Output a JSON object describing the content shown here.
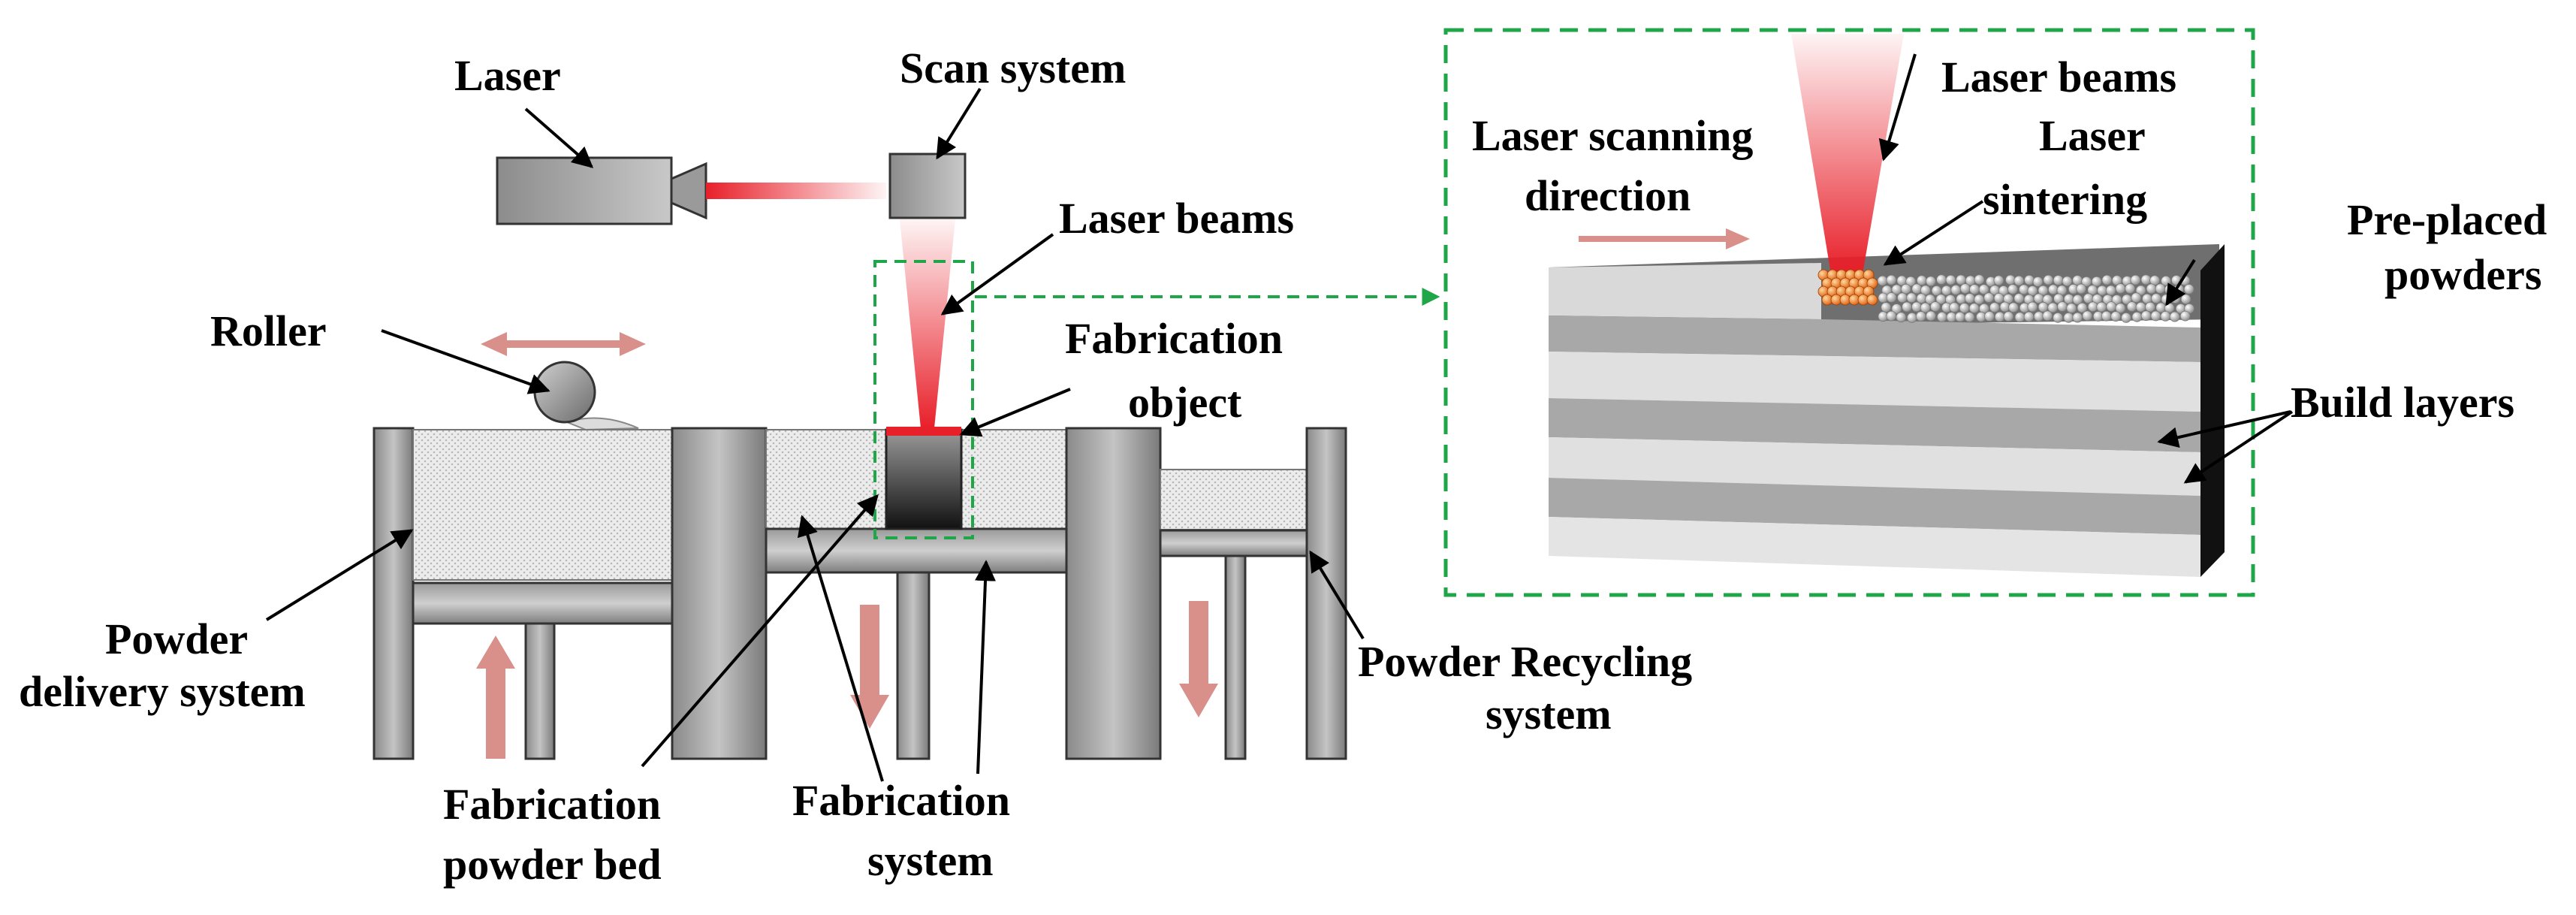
{
  "labels": {
    "laser": "Laser",
    "scan_system": "Scan system",
    "laser_beams": "Laser beams",
    "roller": "Roller",
    "fabrication_object_1": "Fabrication",
    "fabrication_object_2": "object",
    "powder_delivery_1": "Powder",
    "powder_delivery_2": "delivery system",
    "fabrication_powder_bed_1": "Fabrication",
    "fabrication_powder_bed_2": "powder bed",
    "fabrication_system_1": "Fabrication",
    "fabrication_system_2": "system",
    "powder_recycling_1": "Powder Recycling",
    "powder_recycling_2": "system",
    "inset_laser_beams": "Laser beams",
    "laser_scanning_1": "Laser scanning",
    "laser_scanning_2": "direction",
    "laser_sintering_1": "Laser",
    "laser_sintering_2": "sintering",
    "pre_placed_1": "Pre-placed",
    "pre_placed_2": "powders",
    "build_layers": "Build layers"
  },
  "colors": {
    "laser_red": "#e8202a",
    "motion_arrow": "#d9908a",
    "dashed_box": "#1fa648",
    "sintered": "#f08a30"
  }
}
